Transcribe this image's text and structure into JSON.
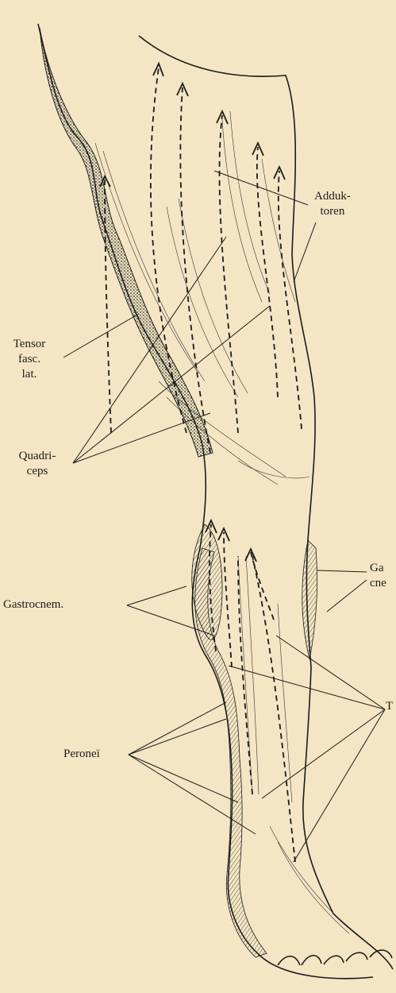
{
  "figure": {
    "background": "#f4e6c4",
    "ink": "#1b1b1b",
    "drawing": "anatomical-leg-engraving",
    "labels": {
      "adduktoren": {
        "line1": "Adduk-",
        "line2": "toren"
      },
      "tensor": {
        "line1": "Tensor",
        "line2": "fasc.",
        "line3": "lat."
      },
      "quadriceps": {
        "line1": "Quadri-",
        "line2": "ceps"
      },
      "gastrocnem_left": {
        "text": "Gastrocnem."
      },
      "gastrocnem_right": {
        "line1": "Ga",
        "line2": "cne"
      },
      "tibialis_right": {
        "text": "T"
      },
      "peronei": {
        "text": "Peroneï"
      }
    }
  }
}
